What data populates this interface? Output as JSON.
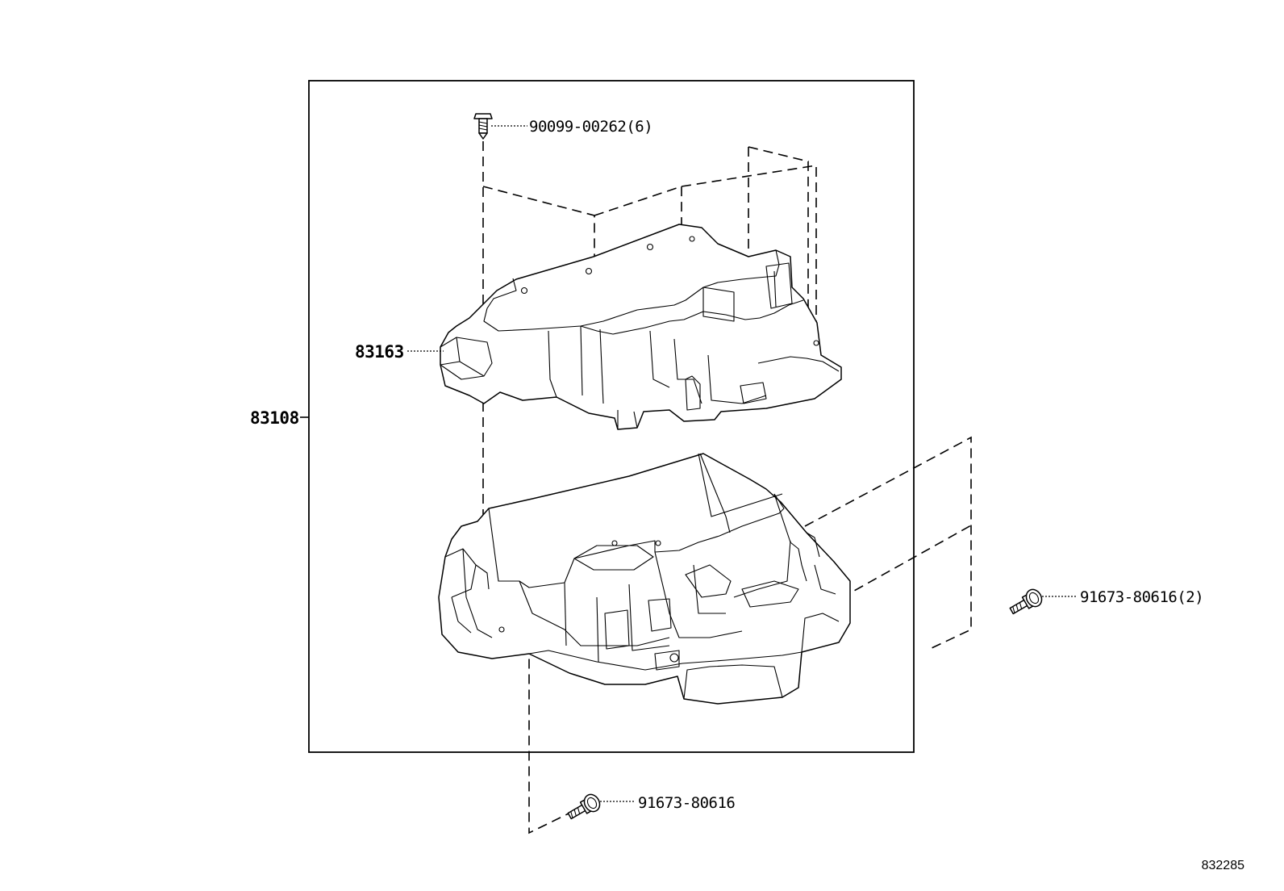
{
  "callouts": {
    "assembly": "83108",
    "upper_cover": "83163",
    "top_screw": "90099-00262(6)",
    "right_screw": "91673-80616(2)",
    "bottom_screw": "91673-80616"
  },
  "figure_number": "832285"
}
